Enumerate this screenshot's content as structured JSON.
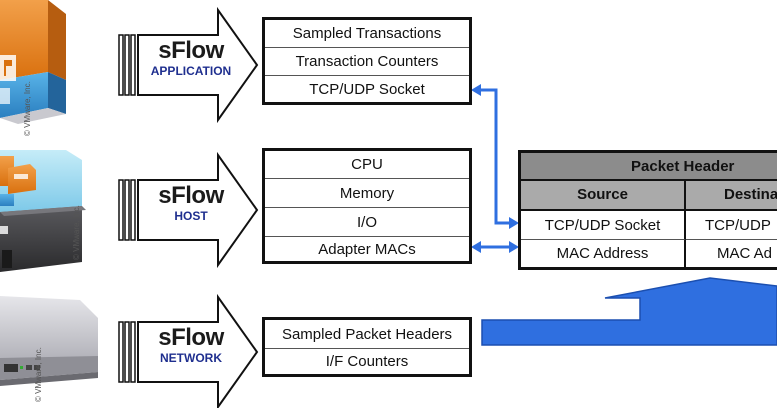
{
  "layers": [
    {
      "id": "application",
      "sflow_logo": "sFlow",
      "caption": "APPLICATION",
      "rows": [
        "Sampled Transactions",
        "Transaction Counters",
        "TCP/UDP Socket"
      ]
    },
    {
      "id": "host",
      "sflow_logo": "sFlow",
      "caption": "HOST",
      "rows": [
        "CPU",
        "Memory",
        "I/O",
        "Adapter MACs"
      ]
    },
    {
      "id": "network",
      "sflow_logo": "sFlow",
      "caption": "NETWORK",
      "rows": [
        "Sampled Packet Headers",
        "I/F Counters"
      ]
    }
  ],
  "packet_header": {
    "title": "Packet Header",
    "columns": [
      "Source",
      "Destina"
    ],
    "rows": [
      [
        "TCP/UDP Socket",
        "TCP/UDP"
      ],
      [
        "MAC Address",
        "MAC Ad"
      ]
    ]
  },
  "copyright": "© VMware, Inc.",
  "icons": {
    "app_vm": "virtual-machine-application-icon",
    "host_vm": "virtual-machine-host-icon",
    "network": "network-switch-icon"
  },
  "colors": {
    "arrow_blue": "#2f6fe0",
    "logo_blue": "#1f2f8f",
    "table_header_gray": "#8c8c8c",
    "table_subheader_gray": "#aaaaaa",
    "vm_orange": "#e8871e",
    "vm_blue": "#3e9ad6"
  }
}
